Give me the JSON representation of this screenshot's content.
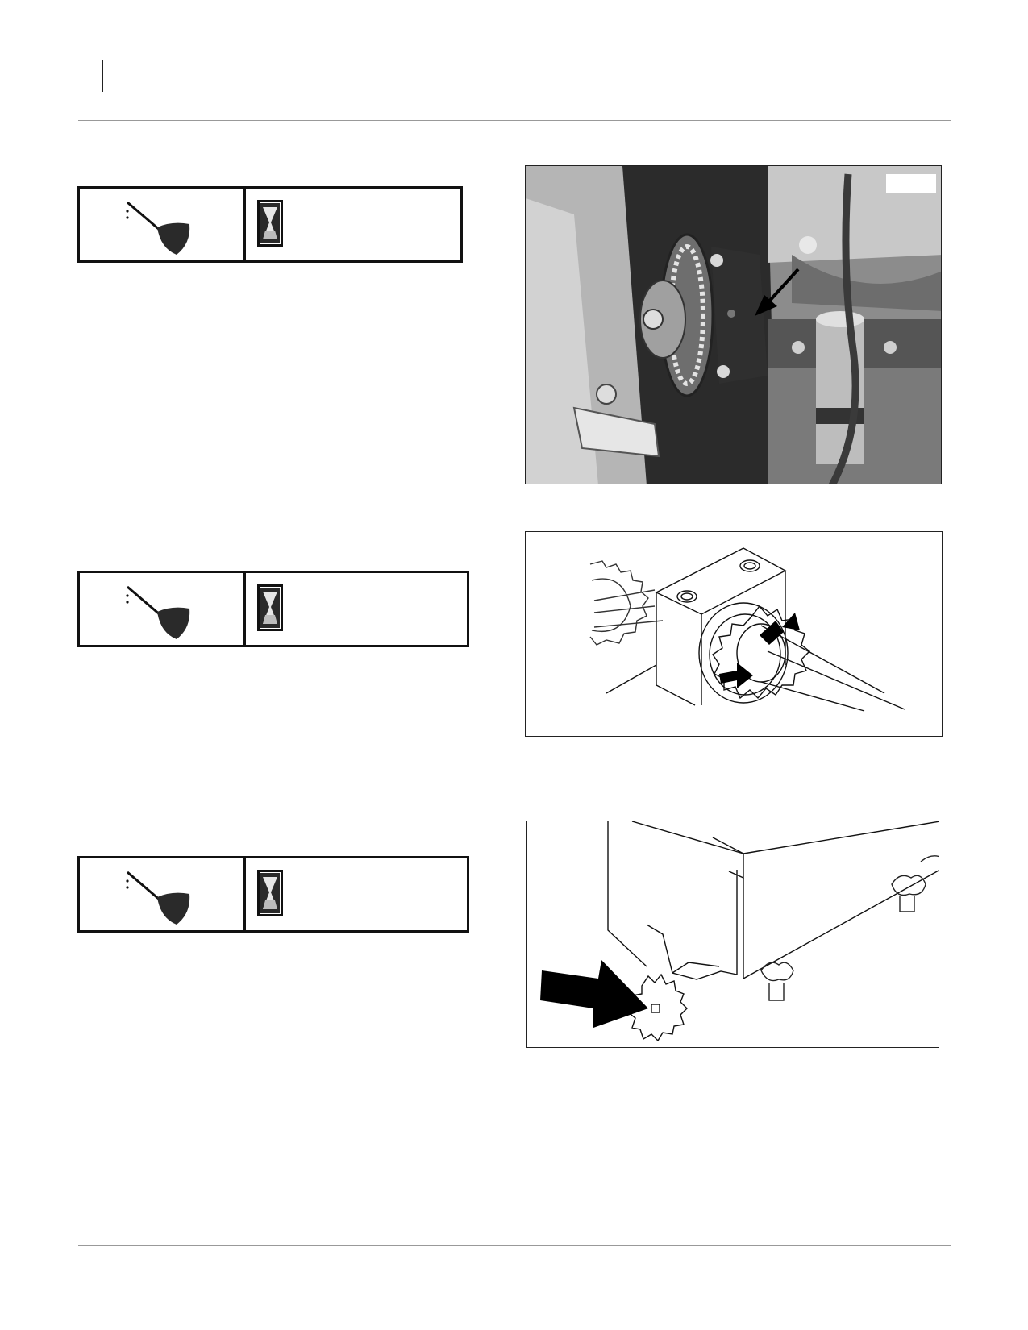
{
  "page": {
    "header_mark": "",
    "footer": ""
  },
  "lube_blocks": [
    {
      "name": "lube-block-1",
      "method_icon": "oil-can-icon",
      "interval_icon": "hourglass-icon",
      "interval_text": ""
    },
    {
      "name": "lube-block-2",
      "method_icon": "oil-can-icon",
      "interval_icon": "hourglass-icon",
      "interval_text": ""
    },
    {
      "name": "lube-block-3",
      "method_icon": "oil-can-icon",
      "interval_icon": "hourglass-icon",
      "interval_text": ""
    }
  ],
  "figures": [
    {
      "name": "photo-drive-sprocket-bearing",
      "kind": "photograph",
      "callout_label": ""
    },
    {
      "name": "diagram-bearing-sprocket-shaft",
      "kind": "line-drawing"
    },
    {
      "name": "diagram-hopper-sprocket",
      "kind": "line-drawing"
    }
  ],
  "colors": {
    "ink": "#111111",
    "rule": "#999999",
    "photo_bg": "#9a9a9a"
  }
}
